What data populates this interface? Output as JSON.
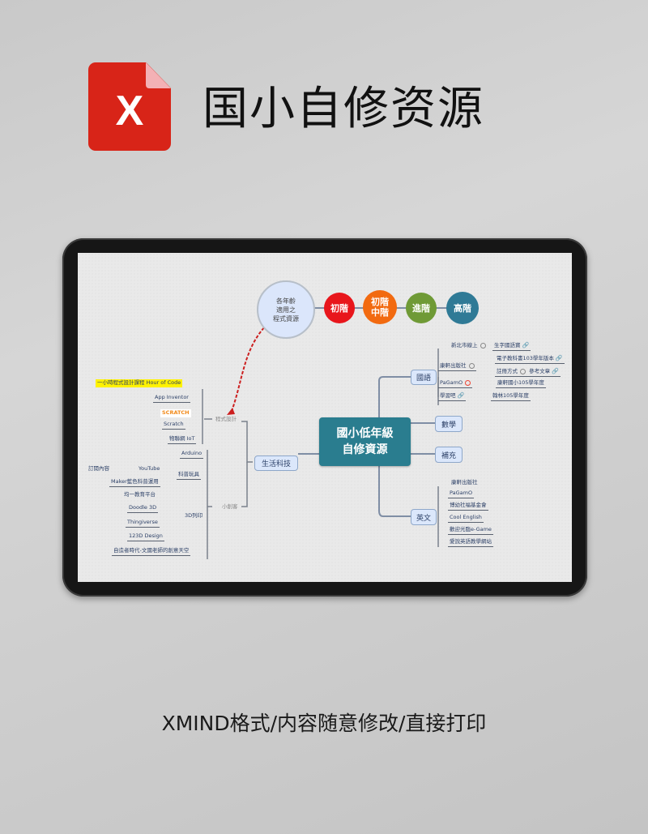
{
  "header": {
    "logo_letter": "X",
    "title": "国小自修资源"
  },
  "footer": {
    "caption": "XMIND格式/内容随意修改/直接打印"
  },
  "colors": {
    "logo_red": "#d82418",
    "center_teal": "#2a7d8f",
    "level1": "#e8161c",
    "level2": "#f26a10",
    "level3": "#6f9a36",
    "level4": "#2f7a96",
    "arrow": "#cc1f1f"
  },
  "mindmap": {
    "center": "國小低年級\n自修資源",
    "age_note": "各年齡\n適用之\n程式資源",
    "levels": [
      "初階",
      "初階\n中階",
      "進階",
      "高階"
    ],
    "right_branches": [
      {
        "label": "國語",
        "items": [
          {
            "a": "新北市線上",
            "b": "生字國語寶"
          },
          {
            "a": "康軒出版社",
            "b": "電子教科書103學年版本"
          },
          {
            "a": "",
            "b": "註冊方式",
            "c": "參考文章"
          },
          {
            "a": "PaGamO",
            "b": "康軒國小105學年度"
          },
          {
            "a": "學習吧",
            "b": "翰林105學年度"
          }
        ]
      },
      {
        "label": "數學"
      },
      {
        "label": "補充"
      },
      {
        "label": "英文",
        "items": [
          "康軒出版社",
          "PaGamO",
          "博幼社福基金會",
          "Cool English",
          "歡迎光臨e-Game",
          "愛說英語教學網站"
        ]
      }
    ],
    "left_branch": {
      "label": "生活科技",
      "sub1": {
        "label": "程式設計",
        "items": [
          "一小時程式設計課程 Hour of Code",
          "App Inventor",
          "SCRATCH",
          "Scratch",
          "物聯網 IoT"
        ]
      },
      "sub2": {
        "label": "小創客",
        "items": [
          "Arduino",
          "科普玩具",
          "YouTube",
          "訂閱內容",
          "Maker藍色科普運用",
          "均一教育平台",
          "3D列印",
          "Doodle 3D",
          "Thingiverse",
          "123D Design",
          "自造者時代-文國老師的創意天空"
        ]
      }
    }
  }
}
